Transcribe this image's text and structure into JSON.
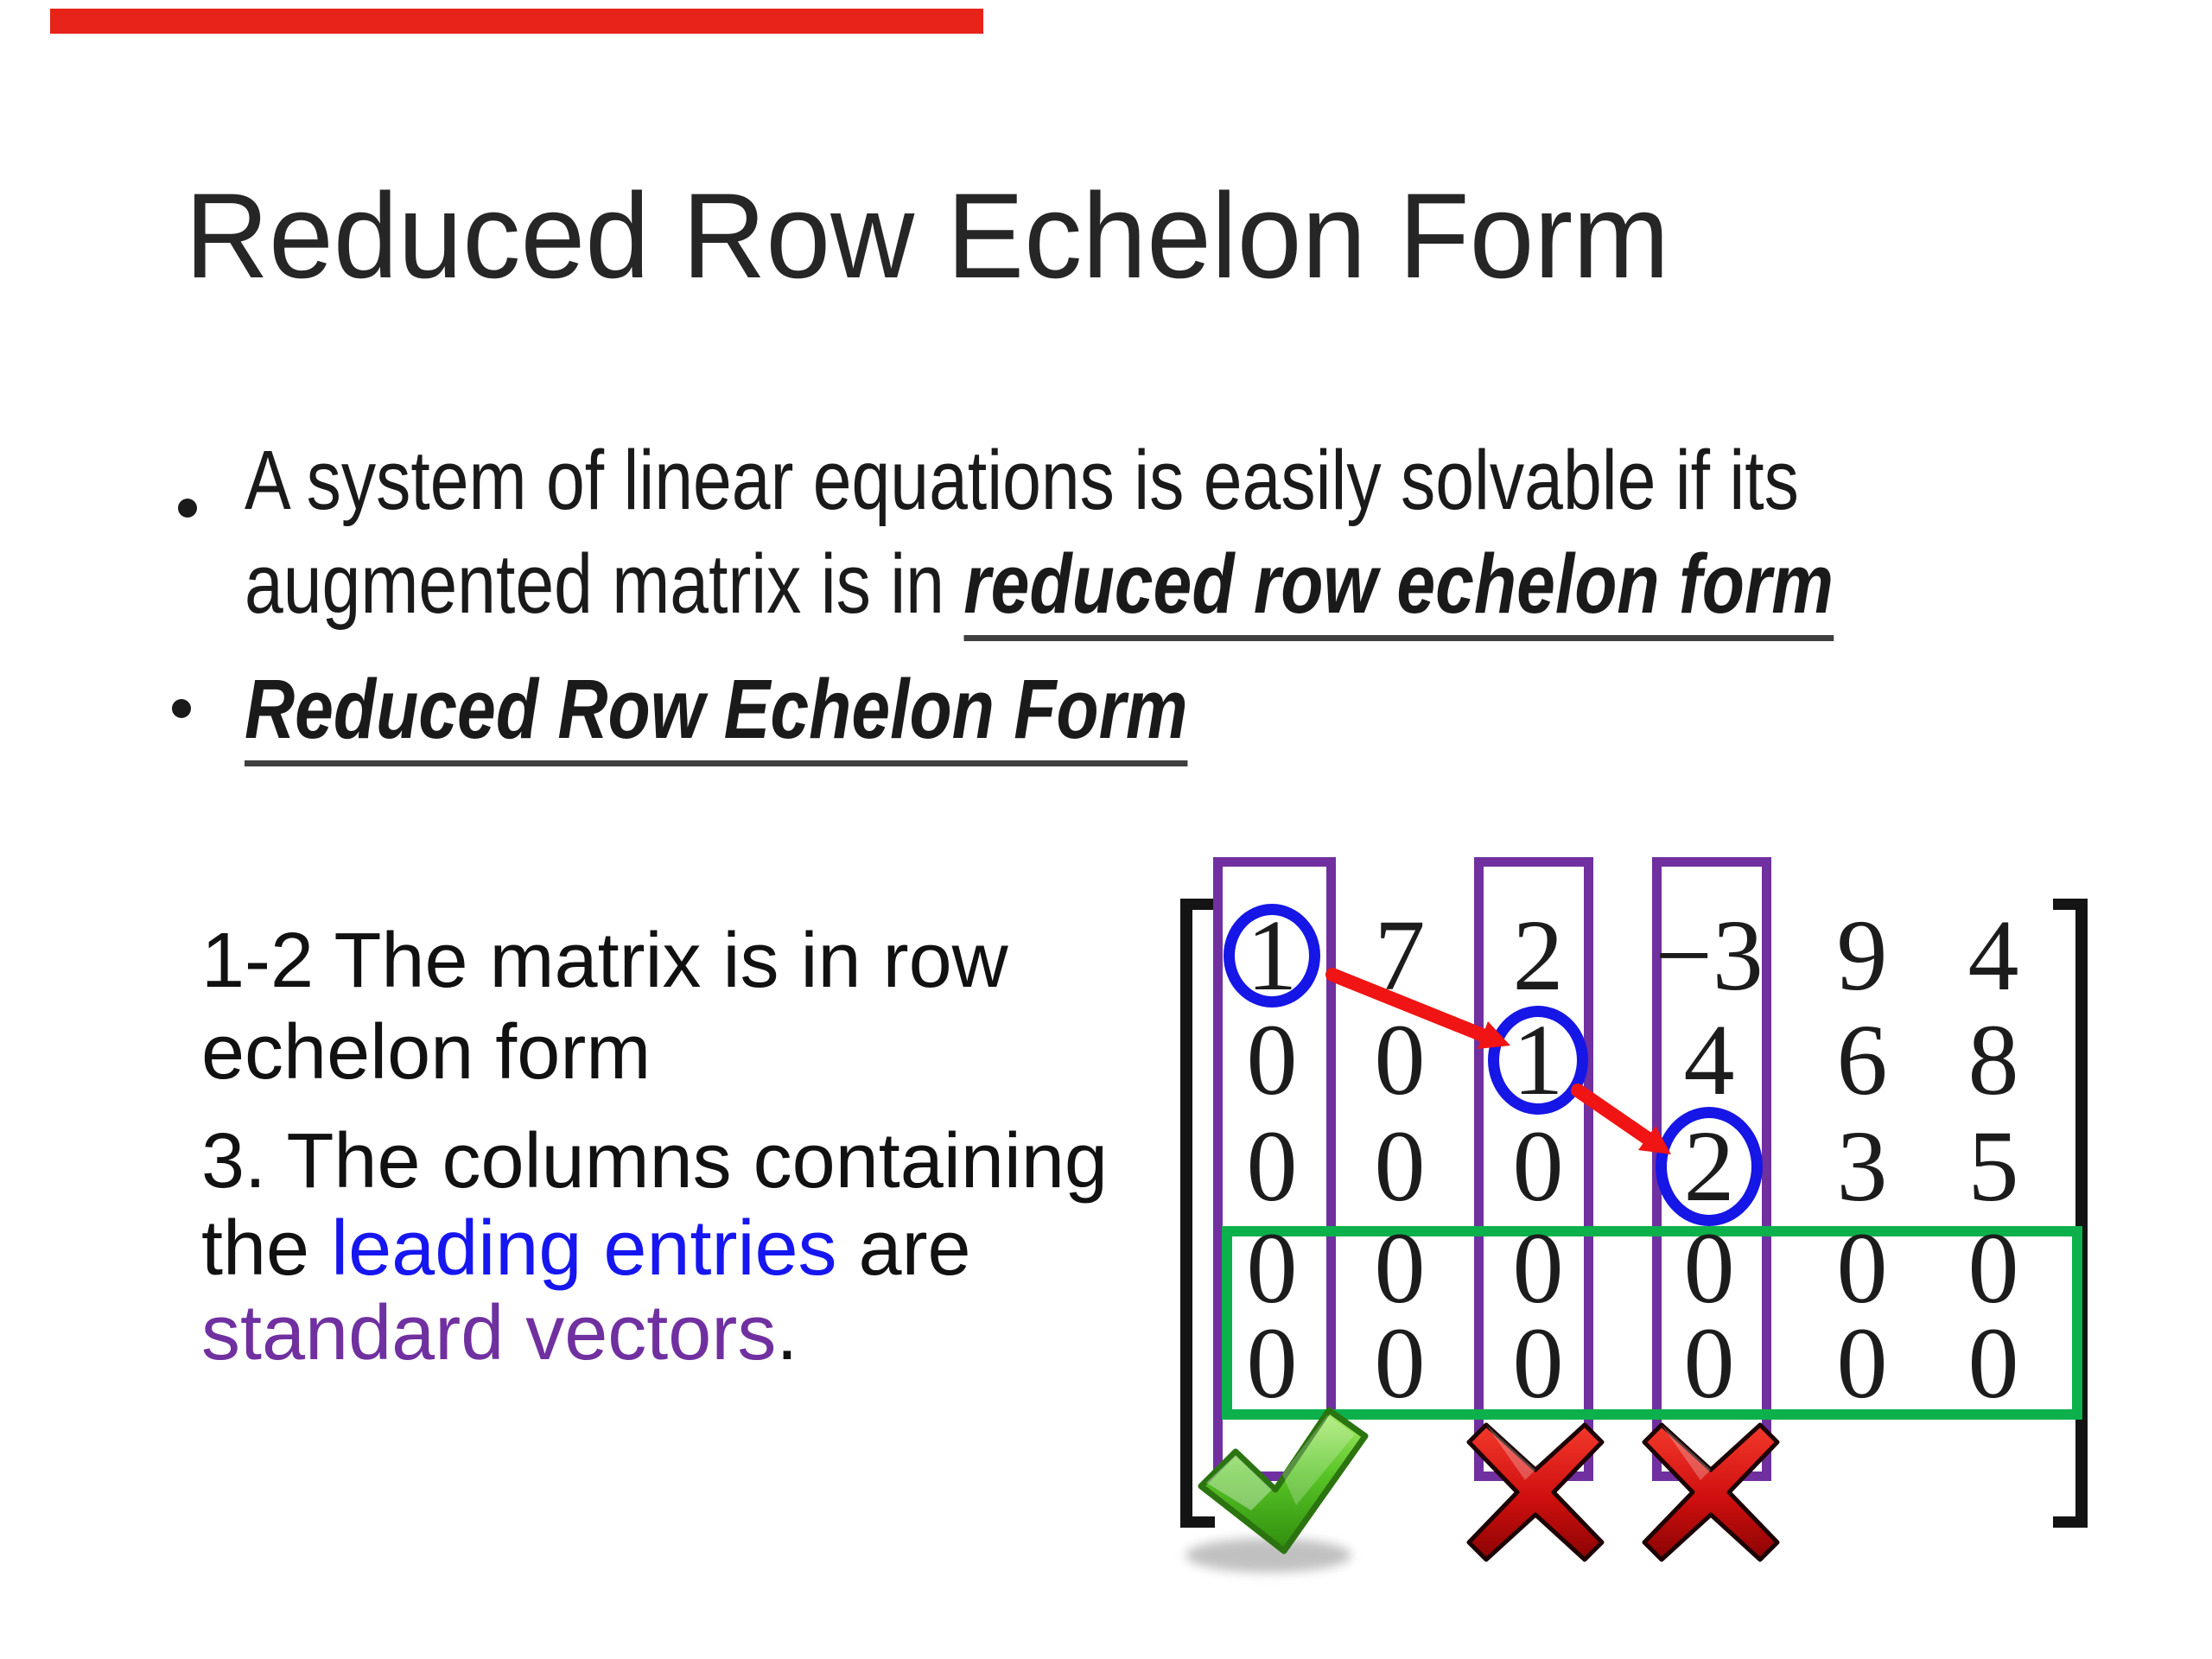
{
  "top_bar": {
    "color": "#e8231a"
  },
  "title": {
    "text": "Reduced Row Echelon Form"
  },
  "bullets": [
    {
      "line1": "A system of linear equations is easily solvable if its",
      "line2_prefix": "augmented matrix is in ",
      "line2_emphasis": "reduced row echelon form"
    },
    {
      "text": "Reduced Row Echelon Form"
    }
  ],
  "notes": {
    "item1": {
      "line1": "1-2 The matrix is in row",
      "line2": "echelon form"
    },
    "item2": {
      "line1": "3. The columns containing",
      "line2_prefix": "the ",
      "line2_highlight": "leading entries",
      "line2_suffix": " are",
      "line3_highlight": "standard vectors",
      "line3_suffix": "."
    }
  },
  "matrix": {
    "rows": [
      [
        "1",
        "7",
        "2",
        "−3",
        "9",
        "4"
      ],
      [
        "0",
        "0",
        "1",
        "4",
        "6",
        "8"
      ],
      [
        "0",
        "0",
        "0",
        "2",
        "3",
        "5"
      ],
      [
        "0",
        "0",
        "0",
        "0",
        "0",
        "0"
      ],
      [
        "0",
        "0",
        "0",
        "0",
        "0",
        "0"
      ]
    ],
    "leading_entries": [
      {
        "row": 1,
        "col": 1,
        "value": "1"
      },
      {
        "row": 2,
        "col": 3,
        "value": "1"
      },
      {
        "row": 3,
        "col": 4,
        "value": "2"
      }
    ],
    "pivot_columns": [
      1,
      3,
      4
    ],
    "zero_rows": [
      4,
      5
    ],
    "column_marks": [
      {
        "column": 1,
        "mark": "check-icon"
      },
      {
        "column": 3,
        "mark": "cross-icon"
      },
      {
        "column": 4,
        "mark": "cross-icon"
      }
    ]
  },
  "colors": {
    "pivot_column_box": "#7030a0",
    "zero_rows_box": "#0cb14b",
    "leading_entry_circle": "#1616e6",
    "arrow_red": "#f01414",
    "check_green": "#4fbd1e",
    "cross_red": "#c20a0a",
    "leading_entries_text": "#1616f0",
    "standard_vectors_text": "#7030a0",
    "underline": "#3f3f3f",
    "top_bar_red": "#e8231a"
  }
}
